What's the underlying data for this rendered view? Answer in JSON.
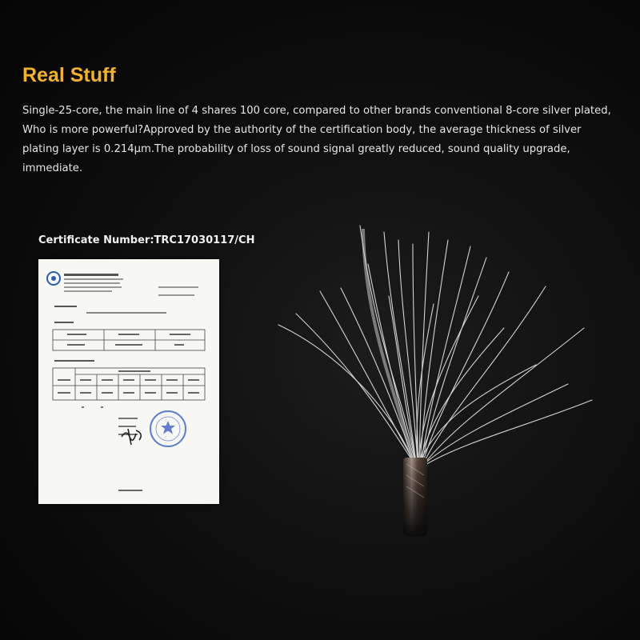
{
  "section": {
    "title": "Real Stuff",
    "description": "Single-25-core, the main line of 4 shares 100 core, compared to other brands conventional 8-core silver plated, Who is more powerful?Approved by the authority of the certification body, the average thickness of silver plating layer is 0.214μm.The probability of loss of sound signal greatly reduced, sound quality upgrade, immediate."
  },
  "certificate": {
    "label": "Certificate Number:TRC17030117/CH"
  },
  "colors": {
    "accent": "#f5b324",
    "background": "#0d0d0d",
    "text": "#e6e6e6"
  }
}
